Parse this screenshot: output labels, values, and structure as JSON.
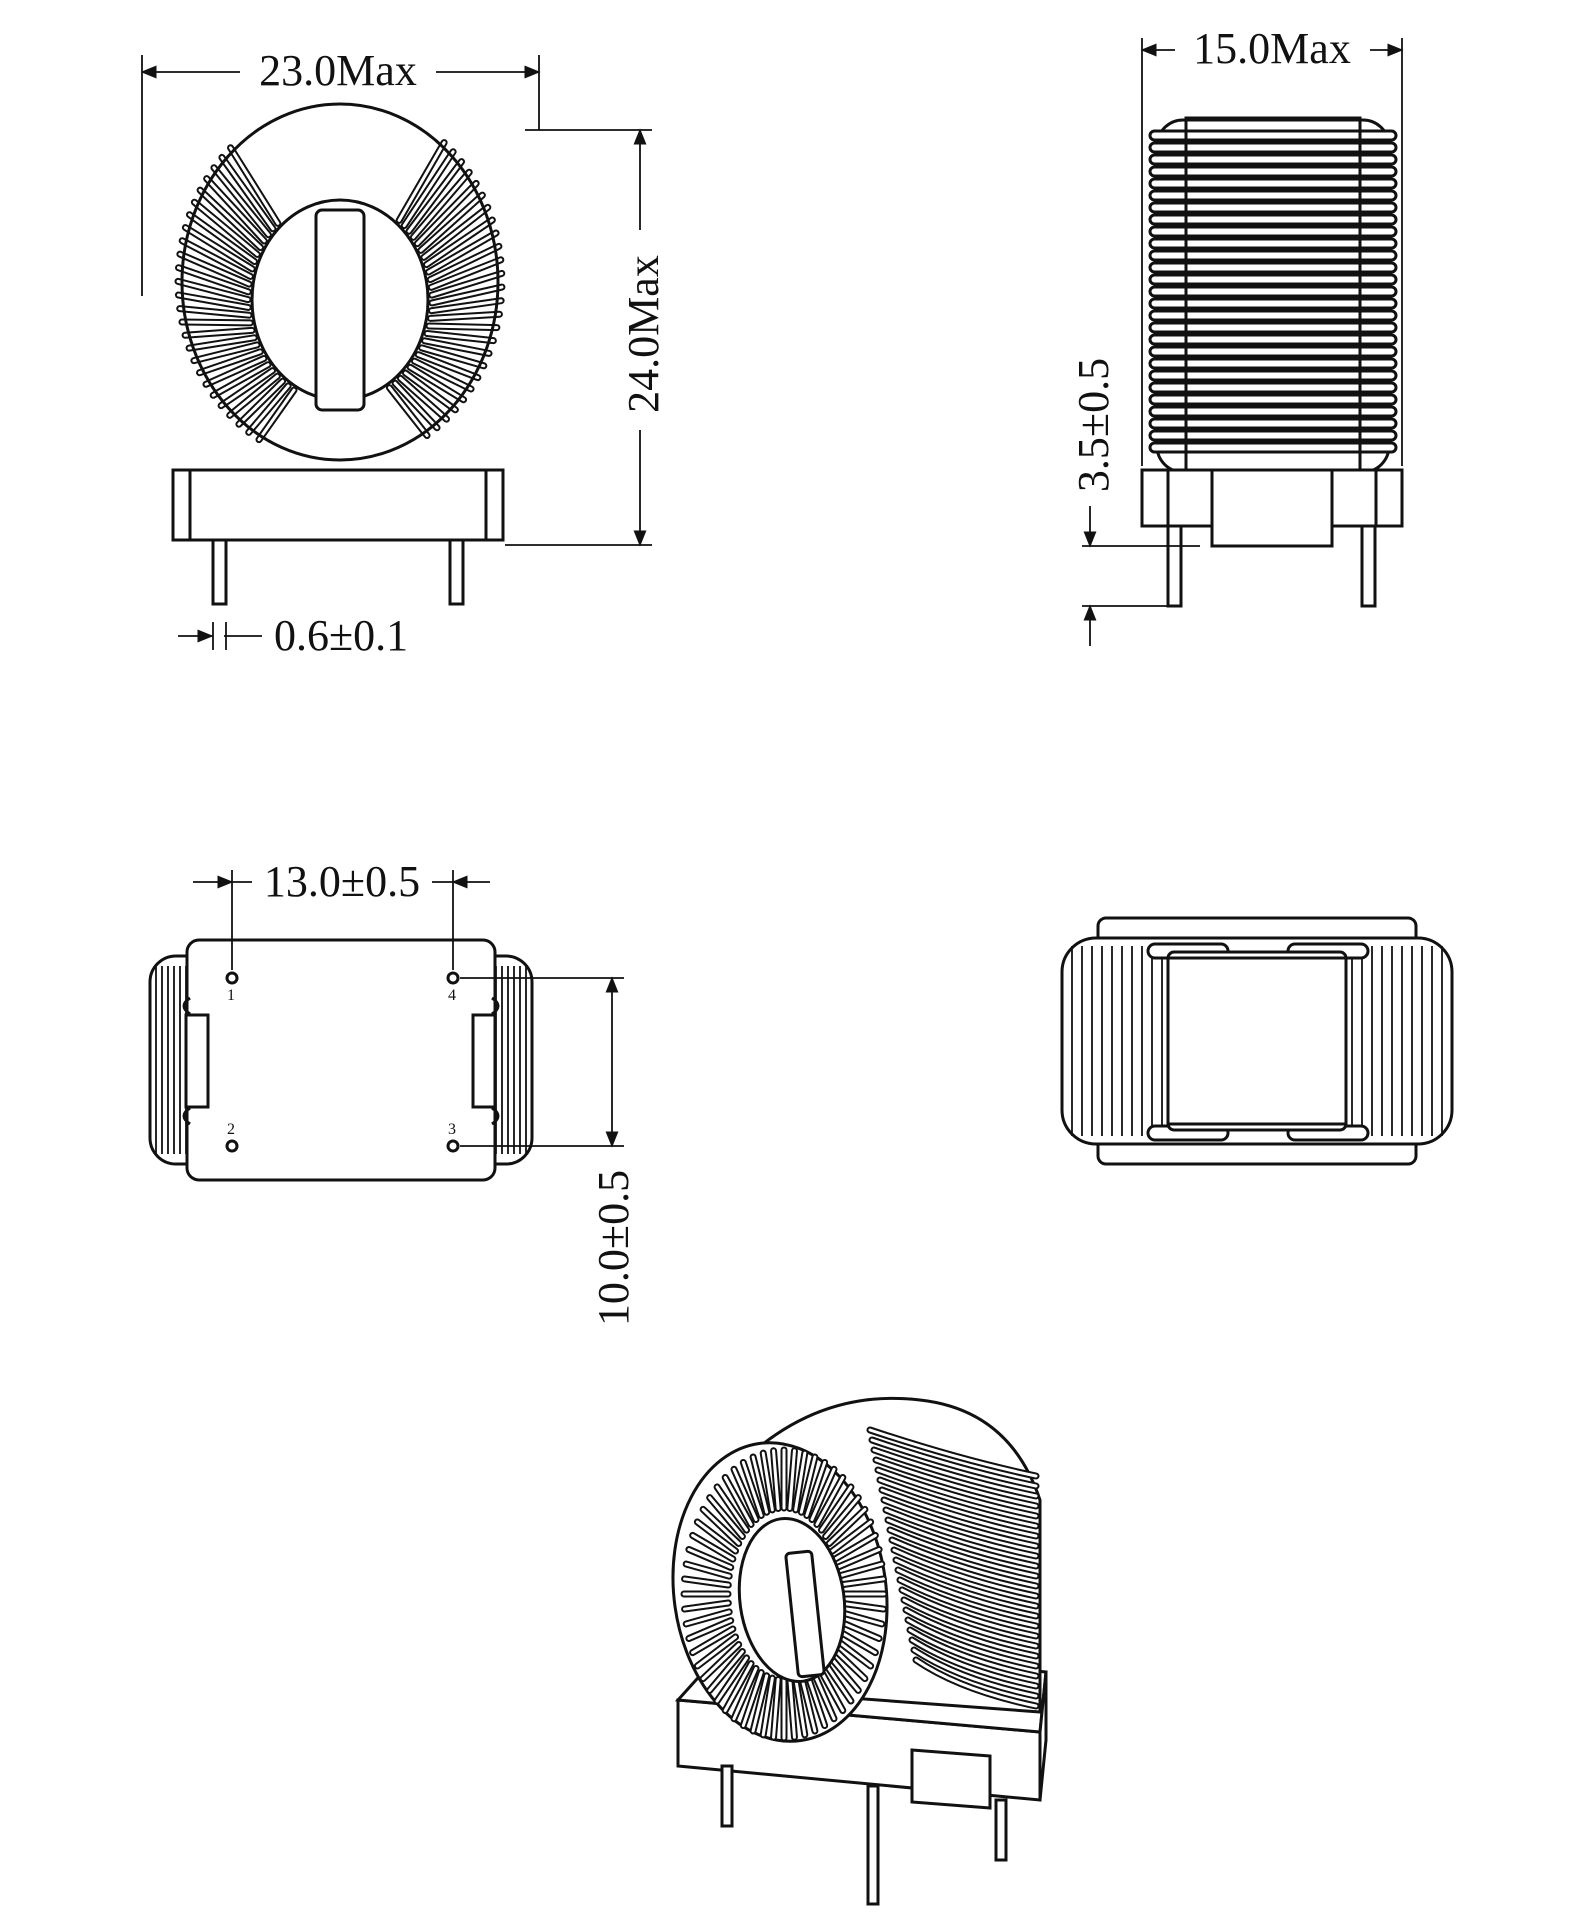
{
  "dimensions": {
    "width_max": "23.0Max",
    "height_max": "24.0Max",
    "pin_diameter": "0.6±0.1",
    "depth_max": "15.0Max",
    "pin_length": "3.5±0.5",
    "pin_spacing_x": "13.0±0.5",
    "pin_spacing_y": "10.0±0.5"
  },
  "pins": [
    "1",
    "2",
    "3",
    "4"
  ]
}
